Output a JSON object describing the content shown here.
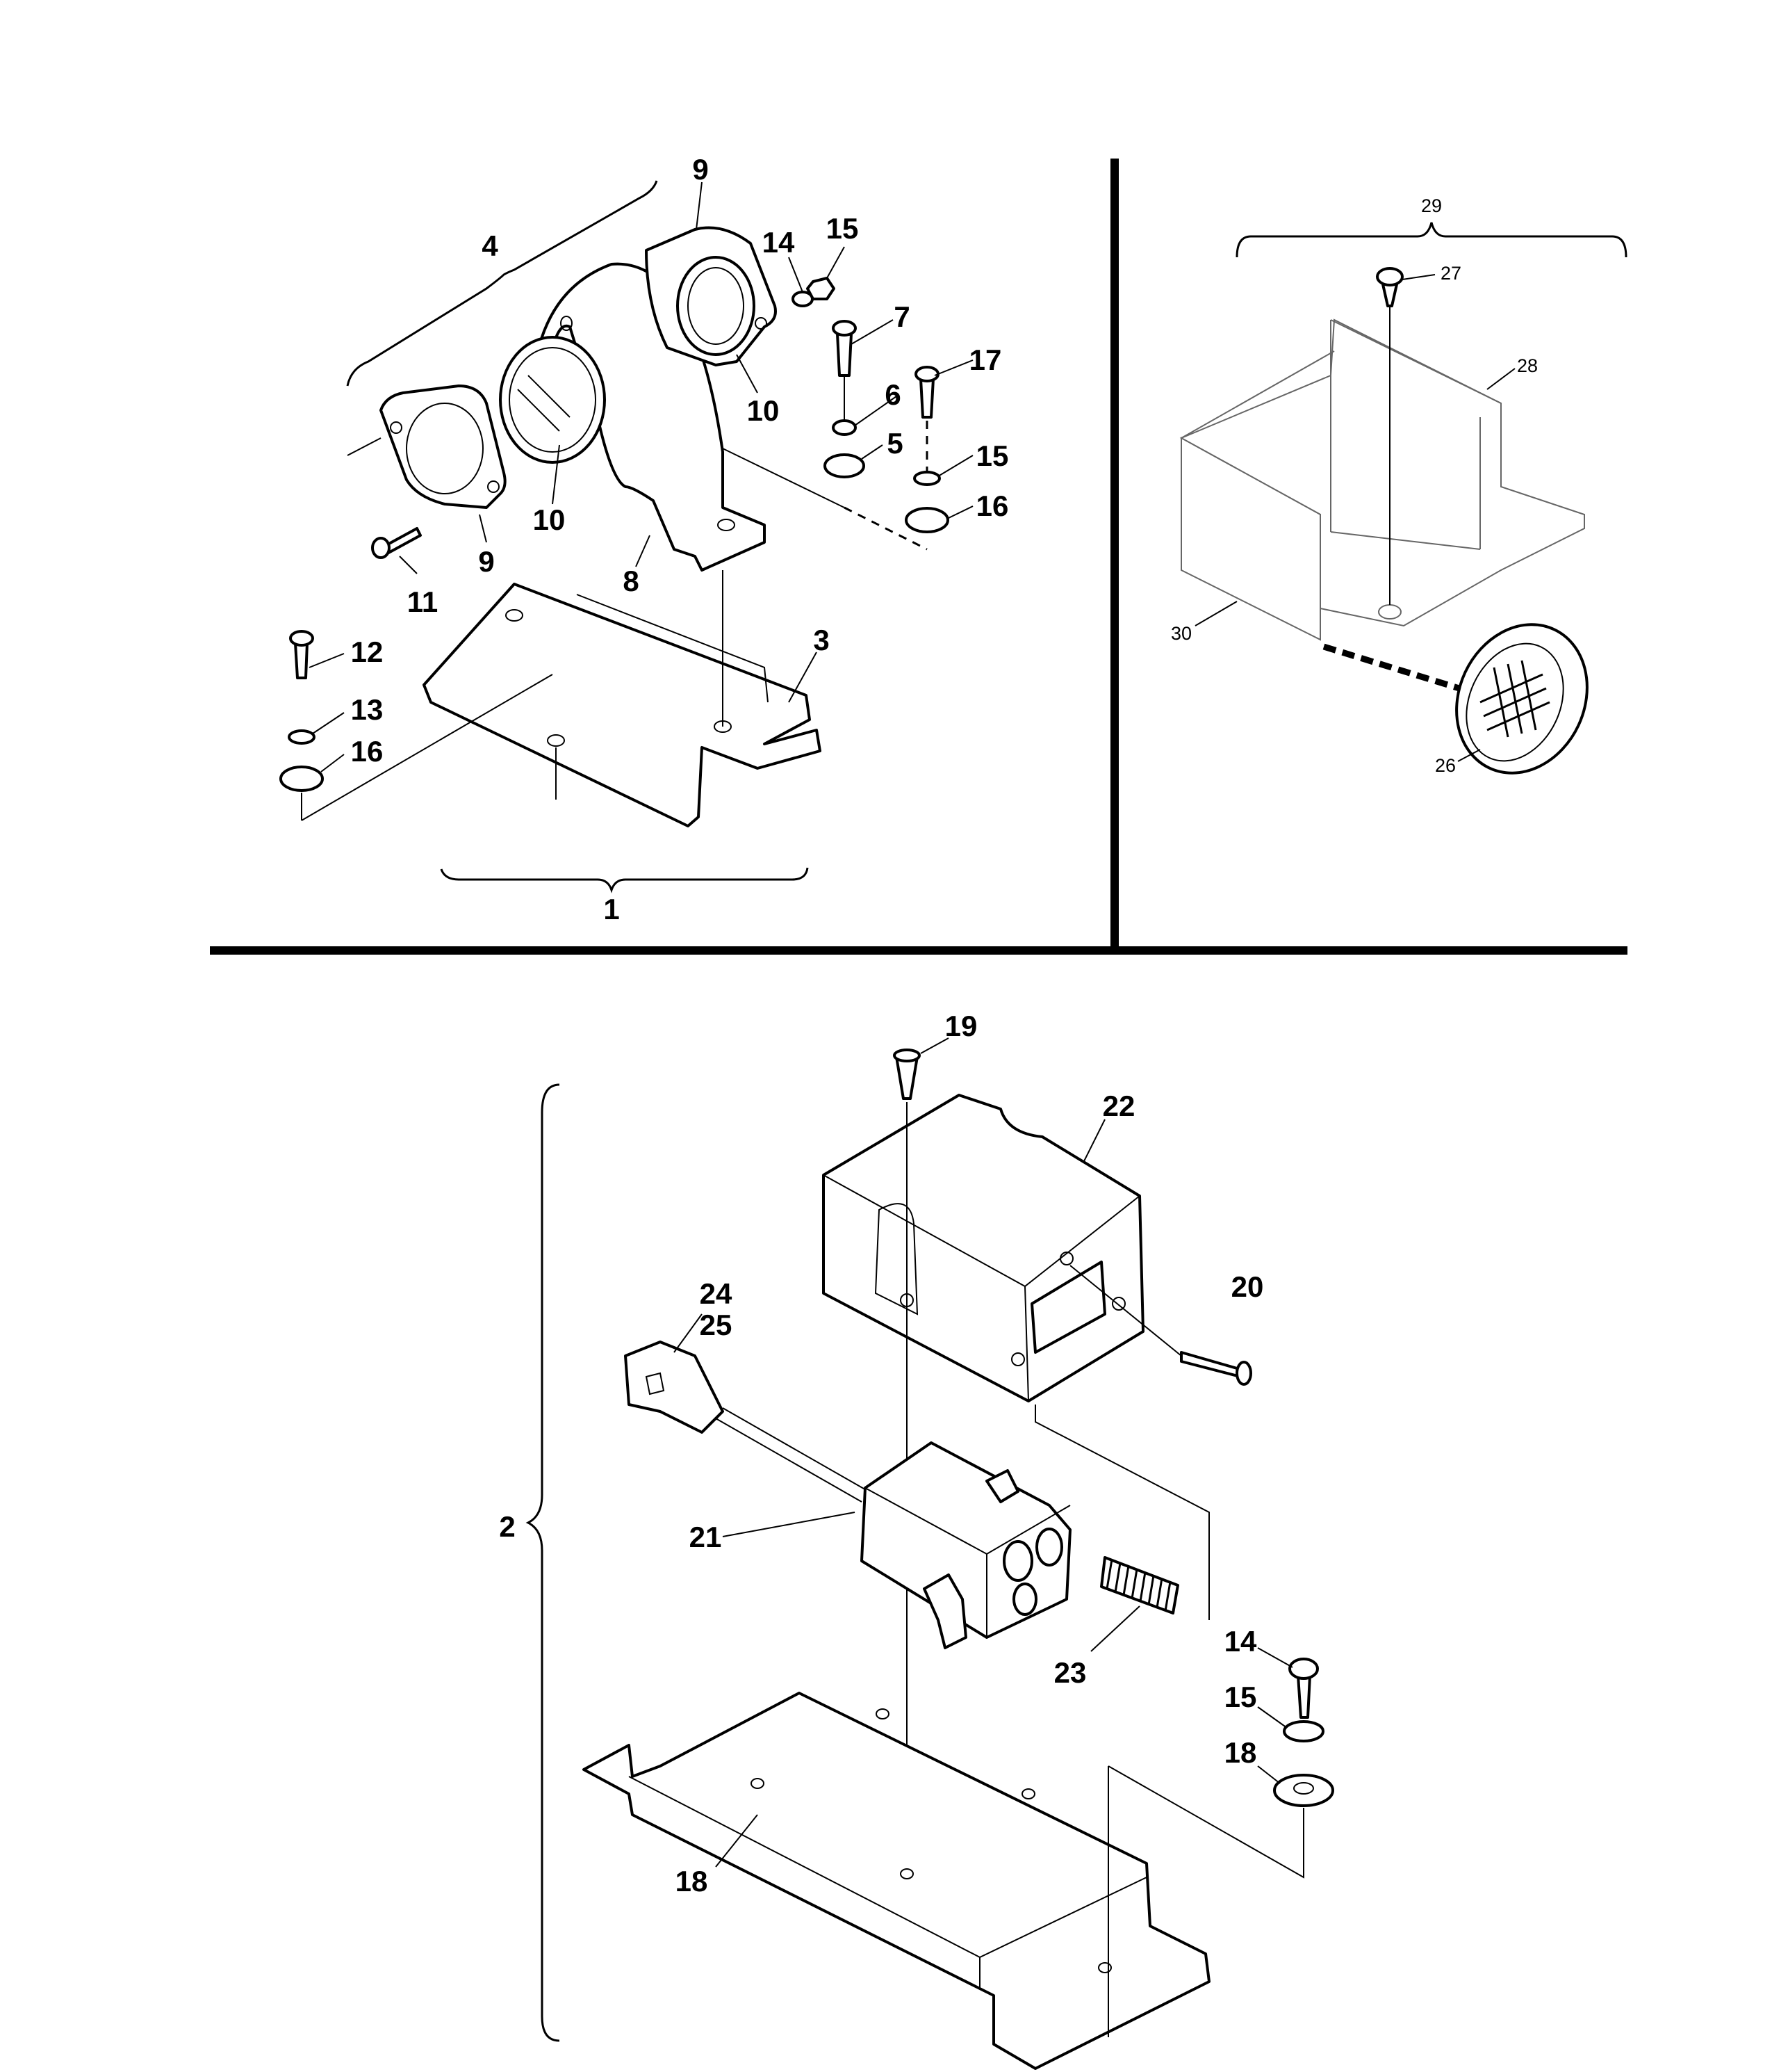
{
  "panels": {
    "top_left": {
      "labels": [
        "1",
        "3",
        "4",
        "5",
        "6",
        "7",
        "8",
        "9",
        "9",
        "10",
        "10",
        "11",
        "12",
        "13",
        "14",
        "15",
        "15",
        "16",
        "16",
        "17"
      ]
    },
    "top_right": {
      "labels": [
        "26",
        "27",
        "28",
        "29",
        "30"
      ]
    },
    "bottom": {
      "labels": [
        "2",
        "14",
        "15",
        "18",
        "18",
        "19",
        "20",
        "21",
        "22",
        "23",
        "24",
        "25"
      ]
    }
  }
}
